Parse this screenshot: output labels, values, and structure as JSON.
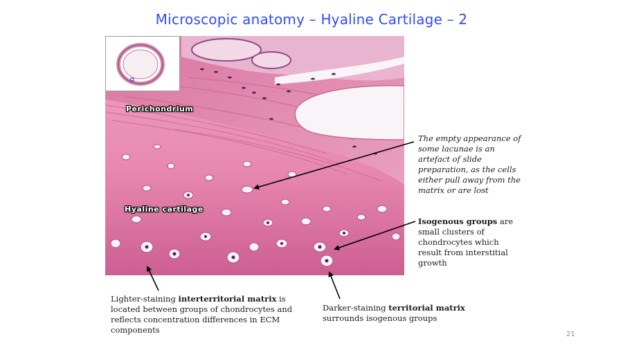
{
  "slide": {
    "title": "Microscopic anatomy – Hyaline Cartilage – 2",
    "page_number": "21"
  },
  "micrograph": {
    "labels": {
      "perichondrium": "Perichondrium",
      "hyaline": "Hyaline cartilage"
    },
    "colors": {
      "perichondrium": "#e06e9c",
      "matrix_light": "#ee9bbd",
      "matrix_dark": "#cf5f93",
      "space": "#f8f2f6",
      "nuclei": "#5a1e5e"
    }
  },
  "annotations": {
    "lacunae": "The empty appearance of some lacunae is an artefact of slide preparation, as the cells either pull away from the matrix or are lost",
    "isogenous": {
      "term": "Isogenous groups",
      "rest": " are small clusters of chondrocytes which result from interstitial growth"
    },
    "interterritorial": {
      "before": "Lighter-staining ",
      "term": "interterritorial matrix",
      "rest": " is located between groups of chondrocytes and reflects concentration differences in ECM components"
    },
    "territorial": {
      "before": "Darker-staining ",
      "term": "territorial matrix",
      "rest": " surrounds isogenous groups"
    }
  }
}
